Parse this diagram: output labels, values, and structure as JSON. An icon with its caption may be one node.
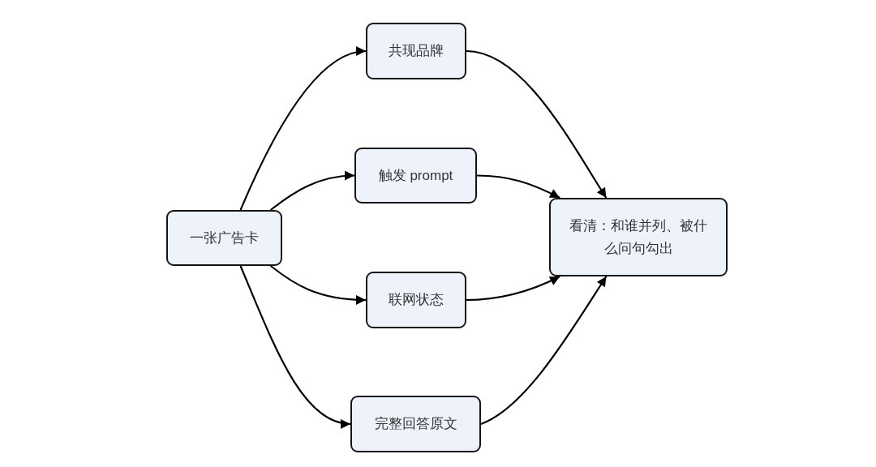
{
  "diagram": {
    "nodes": [
      {
        "text": [
          "一张广告卡"
        ]
      },
      {
        "text": [
          "共现品牌"
        ]
      },
      {
        "text": [
          "触发 prompt"
        ]
      },
      {
        "text": [
          "联网状态"
        ]
      },
      {
        "text": [
          "完整回答原文"
        ]
      },
      {
        "text": [
          "看清：和谁并列、被什么问句勾出"
        ]
      }
    ],
    "edges": [
      {
        "from": 0,
        "to": 1,
        "arrow": "to"
      },
      {
        "from": 0,
        "to": 2,
        "arrow": "to"
      },
      {
        "from": 0,
        "to": 3,
        "arrow": "to"
      },
      {
        "from": 0,
        "to": 4,
        "arrow": "to"
      },
      {
        "from": 1,
        "to": 5,
        "arrow": "to"
      },
      {
        "from": 2,
        "to": 5,
        "arrow": "to"
      },
      {
        "from": 3,
        "to": 5,
        "arrow": "to"
      },
      {
        "from": 4,
        "to": 5,
        "arrow": "to"
      }
    ]
  }
}
